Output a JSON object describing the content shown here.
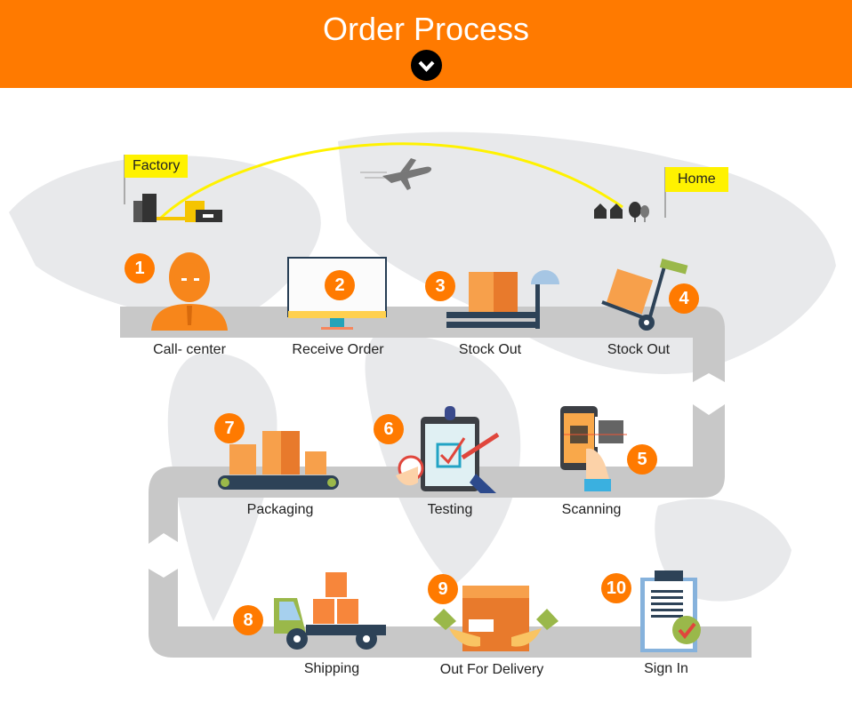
{
  "header": {
    "title": "Order Process",
    "scroll_icon": "chevron-down-icon"
  },
  "route": {
    "origin_label": "Factory",
    "destination_label": "Home",
    "transport_icon": "airplane-icon"
  },
  "steps": [
    {
      "number": "1",
      "label": "Call- center",
      "icon": "headset-agent-icon"
    },
    {
      "number": "2",
      "label": "Receive Order",
      "icon": "monitor-icon"
    },
    {
      "number": "3",
      "label": "Stock Out",
      "icon": "weighing-scale-icon"
    },
    {
      "number": "4",
      "label": "Stock Out",
      "icon": "hand-truck-icon"
    },
    {
      "number": "5",
      "label": "Scanning",
      "icon": "qr-scan-phone-icon"
    },
    {
      "number": "6",
      "label": "Testing",
      "icon": "clipboard-check-icon"
    },
    {
      "number": "7",
      "label": "Packaging",
      "icon": "conveyor-boxes-icon"
    },
    {
      "number": "8",
      "label": "Shipping",
      "icon": "truck-icon"
    },
    {
      "number": "9",
      "label": "Out For Delivery",
      "icon": "package-hands-icon"
    },
    {
      "number": "10",
      "label": "Sign In",
      "icon": "signed-clipboard-icon"
    }
  ],
  "colors": {
    "accent": "#ff7a00",
    "path": "#c8c8c8",
    "flag": "#fff200",
    "map": "#e6e7e9"
  }
}
